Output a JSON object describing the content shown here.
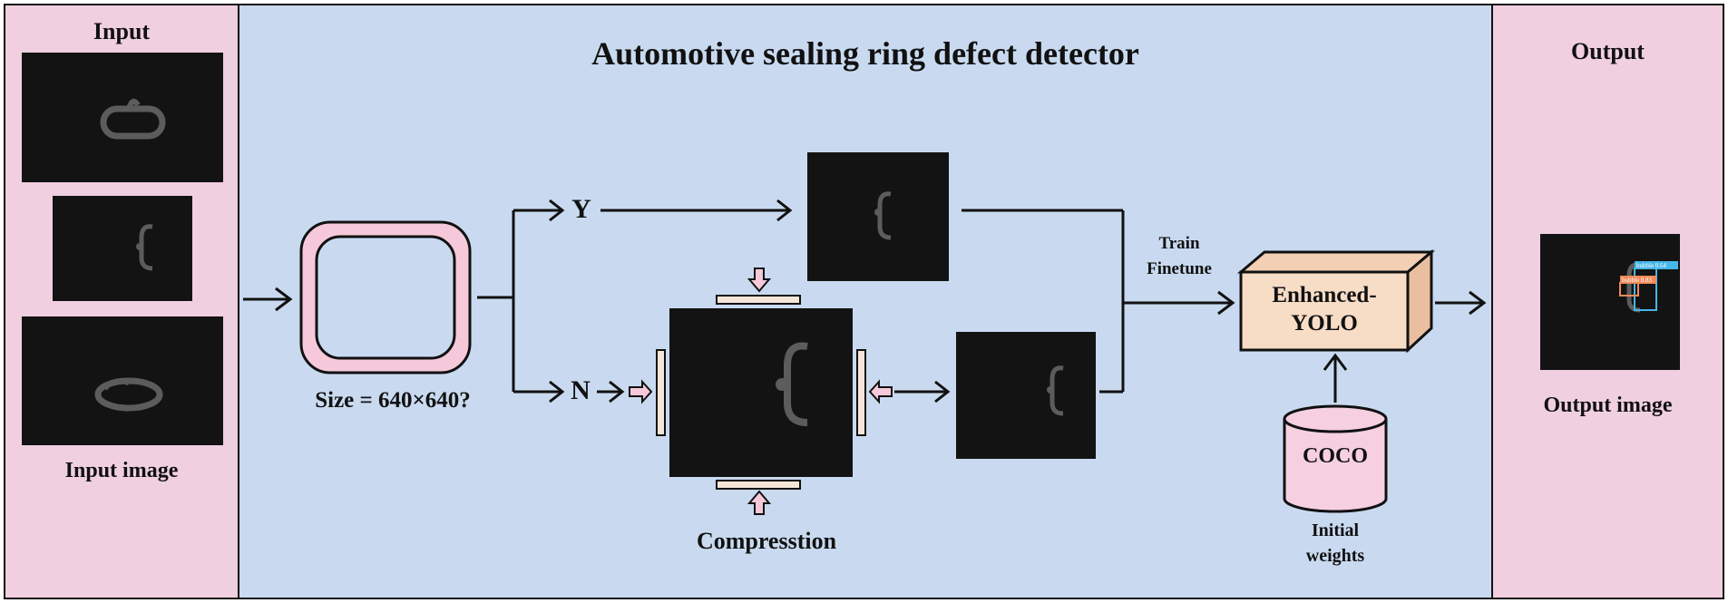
{
  "left_panel": {
    "title": "Input",
    "caption": "Input image"
  },
  "middle_panel": {
    "title": "Automotive sealing ring defect detector",
    "size_check": "Size = 640×640?",
    "branch_yes": "Y",
    "branch_no": "N",
    "compression_label": "Compresstion",
    "train_label": "Train",
    "finetune_label": "Finetune",
    "model_line1": "Enhanced-",
    "model_line2": "YOLO",
    "dataset_label": "COCO",
    "weights_line1": "Initial",
    "weights_line2": "weights"
  },
  "right_panel": {
    "title": "Output",
    "caption": "Output image",
    "detection_1": "bubble 0.64",
    "detection_2": "bubble 0.83"
  },
  "colors": {
    "pink_panel": "#f0cfe0",
    "blue_panel": "#c9daf0",
    "model_box": "#f7dcc6",
    "model_box_top": "#f3cfb3",
    "model_box_side": "#e9bfa0",
    "dataset_fill": "#f6cfe1",
    "frame_fill": "#f5c9d9",
    "press_bar": "#f5e6d8",
    "det_blue": "#45b6e8",
    "det_orange": "#f08a5a"
  }
}
